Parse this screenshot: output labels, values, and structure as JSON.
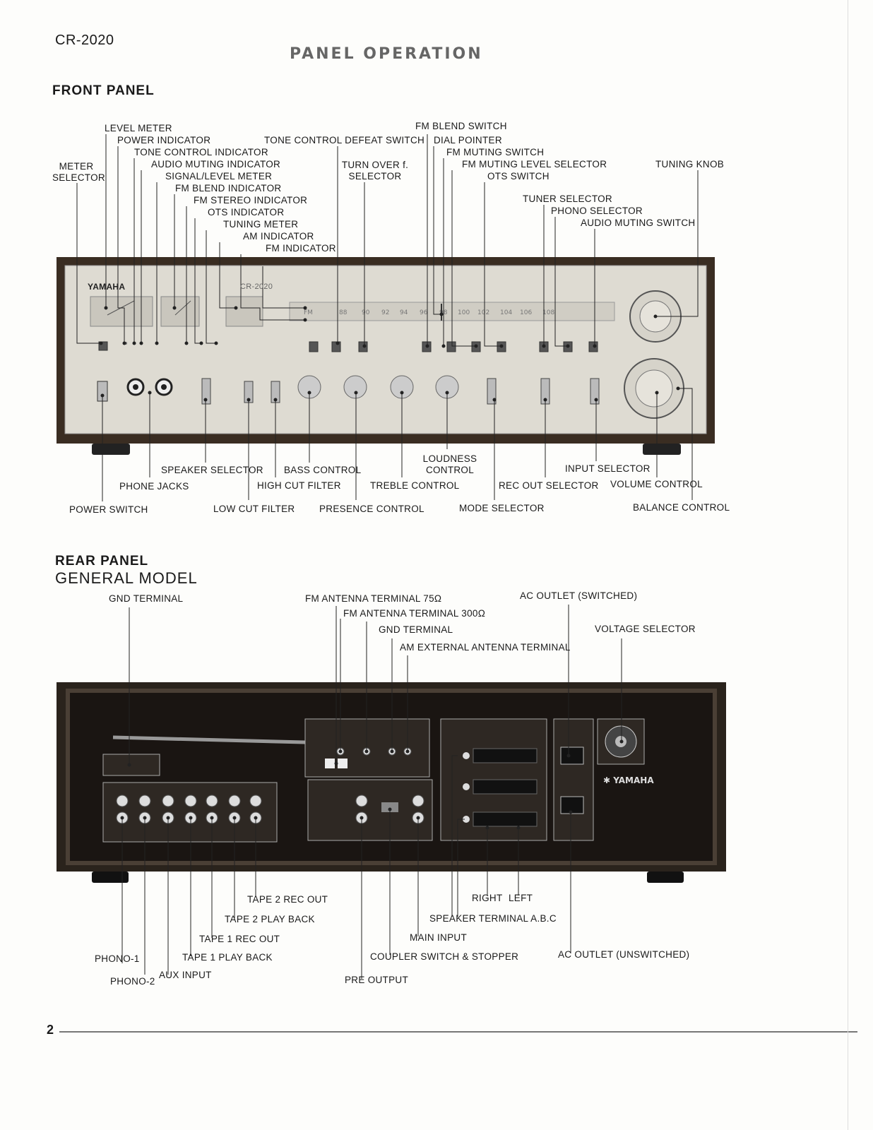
{
  "header": {
    "model": "CR-2020",
    "page_title": "PANEL OPERATION"
  },
  "front": {
    "section_title": "FRONT PANEL",
    "brand": "YAMAHA",
    "model_badge": "CR-2020",
    "labels": {
      "level_meter": "LEVEL METER",
      "power_indicator": "POWER INDICATOR",
      "tone_control_indicator": "TONE CONTROL INDICATOR",
      "audio_muting_indicator": "AUDIO MUTING INDICATOR",
      "signal_level_meter": "SIGNAL/LEVEL METER",
      "fm_blend_indicator": "FM BLEND INDICATOR",
      "fm_stereo_indicator": "FM STEREO INDICATOR",
      "ots_indicator": "OTS INDICATOR",
      "tuning_meter": "TUNING METER",
      "am_indicator": "AM INDICATOR",
      "fm_indicator": "FM INDICATOR",
      "meter_selector_1": "METER",
      "meter_selector_2": "SELECTOR",
      "tone_control_defeat_switch": "TONE CONTROL DEFEAT SWITCH",
      "turn_over_1": "TURN OVER f.",
      "turn_over_2": "SELECTOR",
      "fm_blend_switch": "FM BLEND SWITCH",
      "dial_pointer": "DIAL POINTER",
      "fm_muting_switch": "FM MUTING SWITCH",
      "fm_muting_level_selector": "FM MUTING LEVEL SELECTOR",
      "ots_switch": "OTS SWITCH",
      "tuning_knob": "TUNING KNOB",
      "tuner_selector": "TUNER SELECTOR",
      "phono_selector": "PHONO SELECTOR",
      "audio_muting_switch": "AUDIO MUTING SWITCH",
      "speaker_selector": "SPEAKER SELECTOR",
      "phone_jacks": "PHONE JACKS",
      "power_switch": "POWER SWITCH",
      "bass_control": "BASS CONTROL",
      "high_cut_filter": "HIGH CUT FILTER",
      "low_cut_filter": "LOW CUT FILTER",
      "loudness_1": "LOUDNESS",
      "loudness_2": "CONTROL",
      "treble_control": "TREBLE CONTROL",
      "presence_control": "PRESENCE CONTROL",
      "mode_selector": "MODE SELECTOR",
      "rec_out_selector": "REC OUT SELECTOR",
      "input_selector": "INPUT SELECTOR",
      "volume_control": "VOLUME CONTROL",
      "balance_control": "BALANCE CONTROL"
    }
  },
  "rear": {
    "section_title": "REAR PANEL",
    "subtitle": "GENERAL MODEL",
    "brand": "YAMAHA",
    "labels": {
      "gnd_terminal": "GND TERMINAL",
      "fm_ant_75": "FM ANTENNA TERMINAL 75Ω",
      "fm_ant_300": "FM ANTENNA TERMINAL 300Ω",
      "gnd_terminal_2": "GND TERMINAL",
      "am_ext_ant": "AM EXTERNAL ANTENNA TERMINAL",
      "ac_outlet_switched": "AC OUTLET (SWITCHED)",
      "voltage_selector": "VOLTAGE SELECTOR",
      "tape2_rec_out": "TAPE 2 REC OUT",
      "tape2_play_back": "TAPE 2 PLAY BACK",
      "tape1_rec_out": "TAPE 1 REC OUT",
      "tape1_play_back": "TAPE 1 PLAY BACK",
      "phono1": "PHONO-1",
      "phono2": "PHONO-2",
      "aux_input": "AUX INPUT",
      "pre_output": "PRE OUTPUT",
      "coupler_switch": "COUPLER SWITCH & STOPPER",
      "main_input": "MAIN INPUT",
      "speaker_terminal": "SPEAKER TERMINAL A.B.C",
      "right": "RIGHT",
      "left": "LEFT",
      "ac_outlet_unswitched": "AC OUTLET (UNSWITCHED)"
    }
  },
  "footer": {
    "page_number": "2"
  }
}
